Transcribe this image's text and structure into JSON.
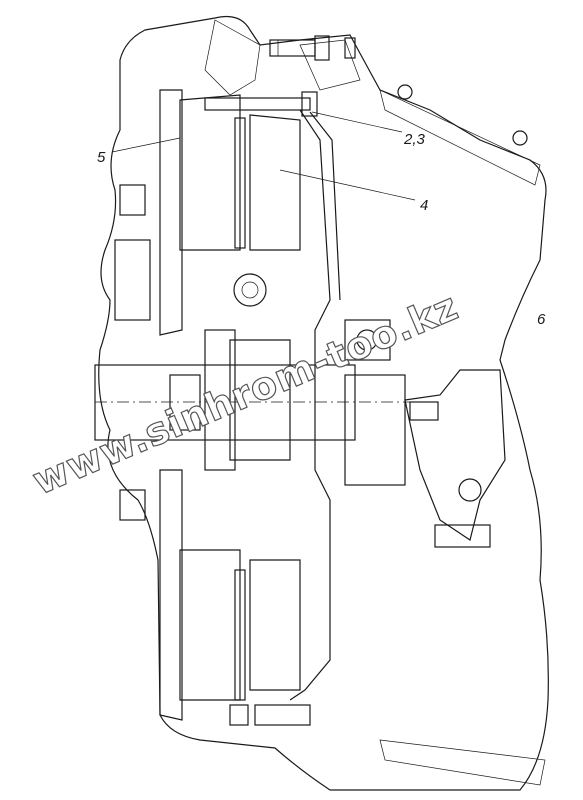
{
  "callouts": {
    "c5": "5",
    "c23": "2,3",
    "c4": "4",
    "c6": "6"
  },
  "watermark": "www.sinhrom-too.kz",
  "colors": {
    "ink": "#1a1a1a",
    "paper": "#ffffff"
  }
}
